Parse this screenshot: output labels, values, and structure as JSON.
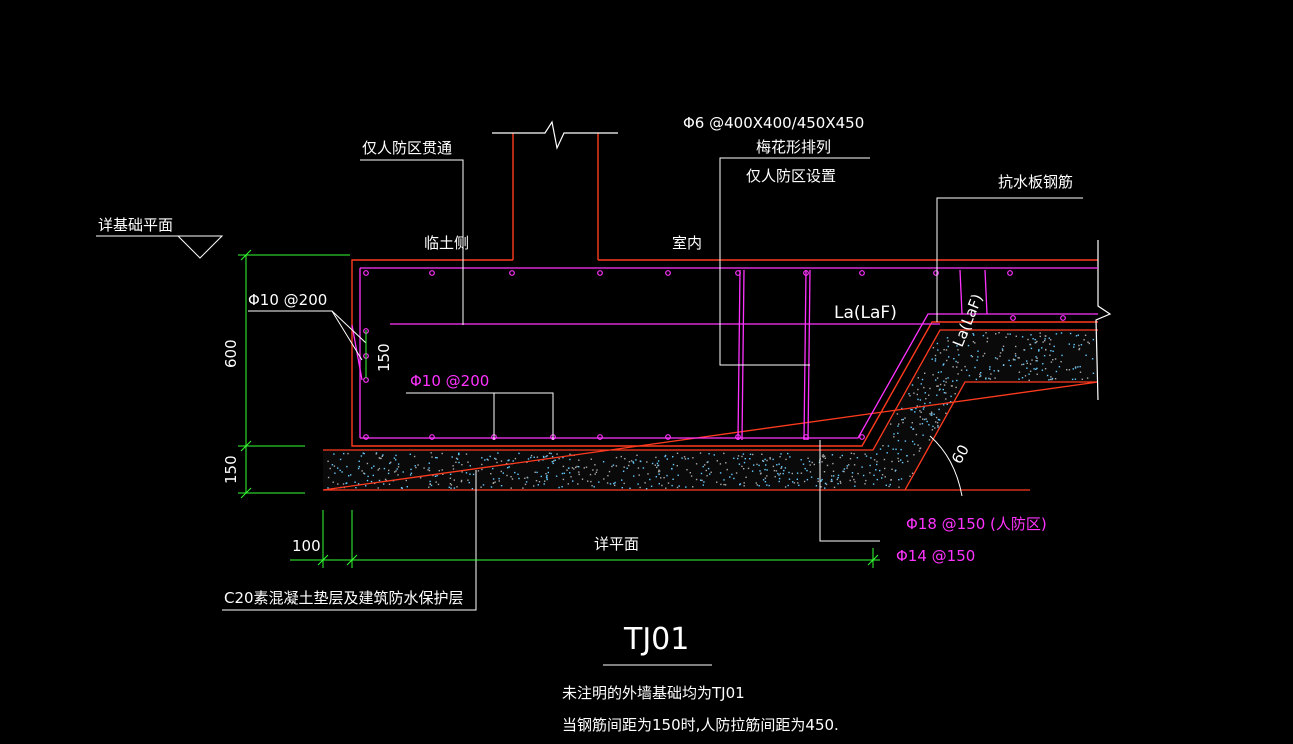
{
  "labels": {
    "foundation_level": "详基础平面",
    "civil_defense_through": "仅人防区贯通",
    "soil_side": "临土侧",
    "indoor": "室内",
    "tie_spec": "Φ6 @400X400/450X450",
    "quincunx": "梅花形排列",
    "civil_defense_only": "仅人防区设置",
    "anti_water_rebar": "抗水板钢筋",
    "side_rebar": "Φ10 @200",
    "top_rebar": "Φ10 @200",
    "anchor_la": "La(LaF)",
    "anchor_la_slant": "La(LaF)",
    "bottom_rebar_1": "Φ18 @150 (人防区)",
    "bottom_rebar_2": "Φ14 @150",
    "detail_plan": "详平面",
    "cushion": "C20素混凝土垫层及建筑防水保护层",
    "dim_600": "600",
    "dim_150_v": "150",
    "dim_150_in": "150",
    "dim_100": "100",
    "angle": "60",
    "title": "TJ01",
    "note_line1": "未注明的外墙基础均为TJ01",
    "note_line2": "当钢筋间距为150时,人防拉筋间距为450."
  },
  "colors": {
    "concrete": "#ff3b1f",
    "rebar": "#ff33ff",
    "leader": "#ffffff",
    "dimension": "#33ff33",
    "hatch": "#66ccff"
  }
}
